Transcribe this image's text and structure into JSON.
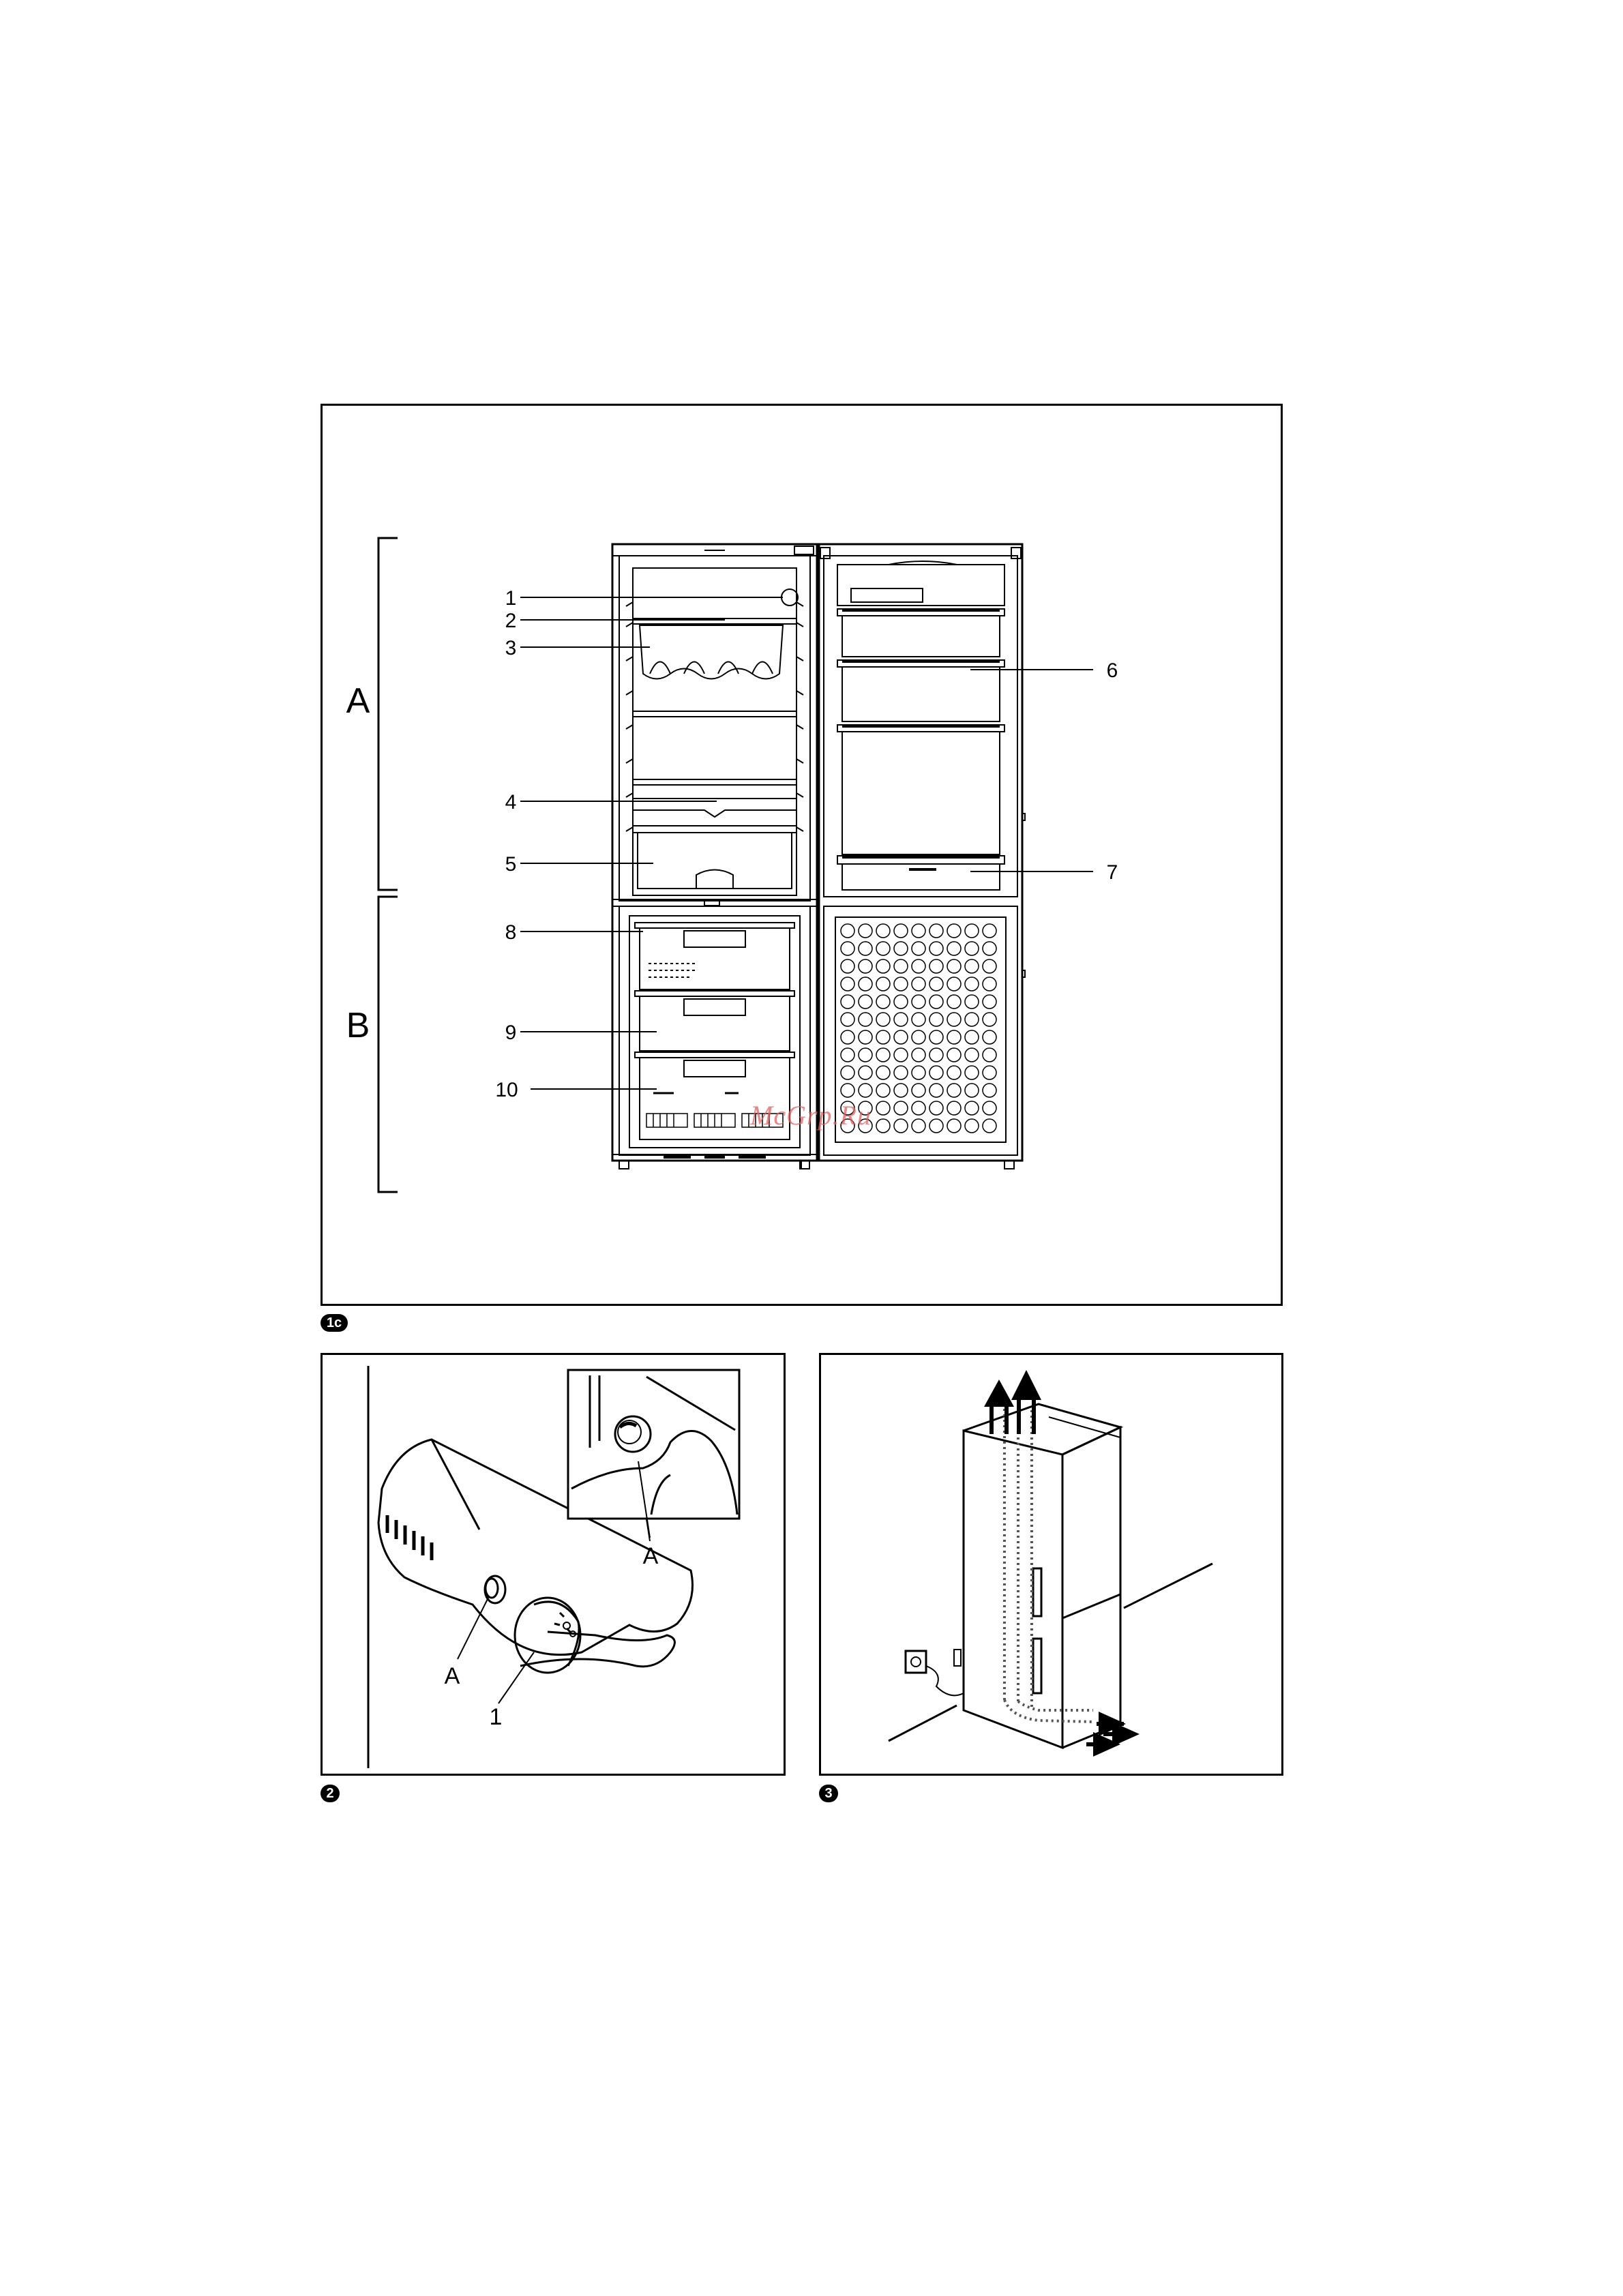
{
  "figures": {
    "fig1c": {
      "badge": "1c",
      "sections": {
        "a": "A",
        "b": "B"
      },
      "callouts": [
        "1",
        "2",
        "3",
        "4",
        "5",
        "6",
        "7",
        "8",
        "9",
        "10"
      ]
    },
    "fig2": {
      "badge": "2",
      "labels": {
        "a_main": "A",
        "knob": "1",
        "a_inset": "A"
      }
    },
    "fig3": {
      "badge": "3"
    }
  },
  "watermark": "McGrp.Ru"
}
